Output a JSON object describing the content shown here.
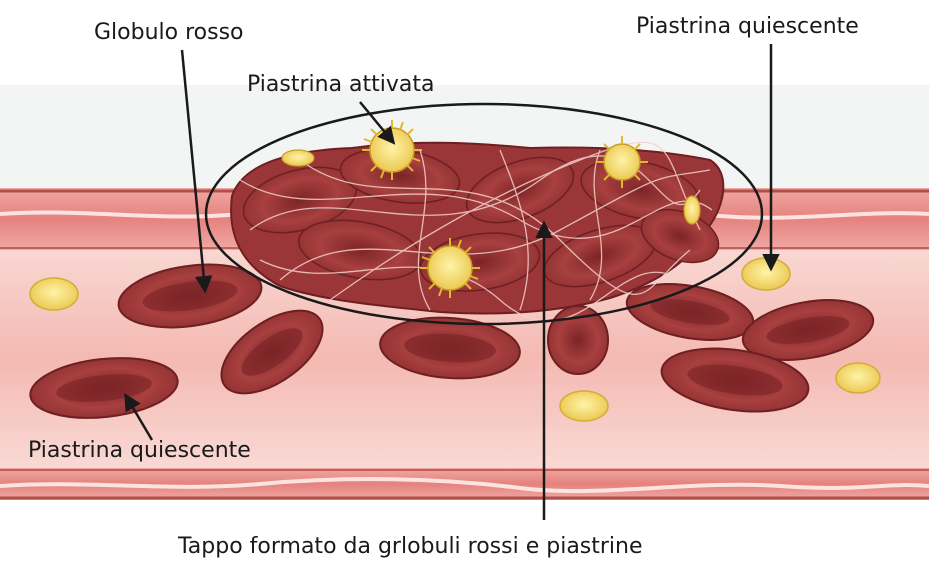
{
  "labels": {
    "red_blood_cell": "Globulo rosso",
    "activated_platelet": "Piastrina attivata",
    "quiescent_platelet_top": "Piastrina quiescente",
    "quiescent_platelet_left": "Piastrina quiescente",
    "plug": "Tappo formato da grlobuli rossi e piastrine"
  },
  "colors": {
    "vessel_wall": "#e88f8c",
    "vessel_wall_dark": "#b34d4a",
    "lumen": "#f6c3bd",
    "red_cell": "#9e3a3a",
    "red_cell_dark": "#6e1f22",
    "platelet": "#f2d66a",
    "activated_platelet": "#e8c53a",
    "fibrin": "#f3d1cc",
    "outline": "#1a1a1a"
  }
}
